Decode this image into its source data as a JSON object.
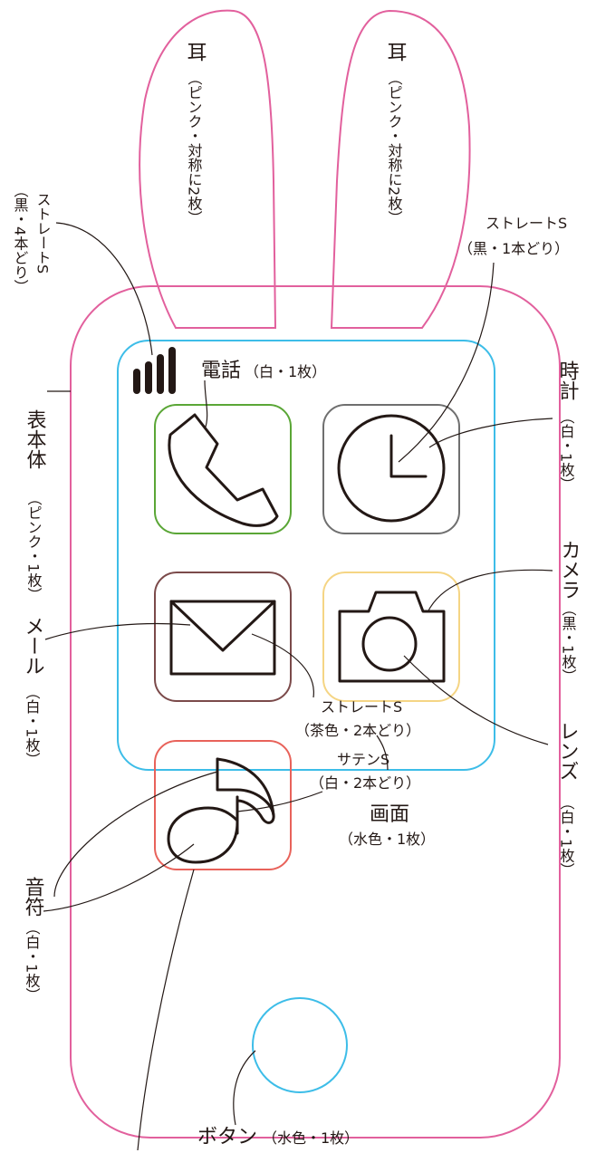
{
  "labels": {
    "ear_left": {
      "main": "耳",
      "note": "（ピンク・対称に2枚）"
    },
    "ear_right": {
      "main": "耳",
      "note": "（ピンク・対称に2枚）"
    },
    "antenna": {
      "main": "ストレートS",
      "note": "（黒・4本どり）"
    },
    "clock_hands": {
      "main": "ストレートS",
      "note": "（黒・1本どり）"
    },
    "phone": {
      "main": "電話",
      "note": "（白・1枚）"
    },
    "clock": {
      "main": "時計",
      "note": "（白・1枚）"
    },
    "body": {
      "main": "表本体",
      "note": "（ピンク・1枚）"
    },
    "camera": {
      "main": "カメラ",
      "note": "（黒・1枚）"
    },
    "mail": {
      "main": "メール",
      "note": "（白・1枚）"
    },
    "envelope_line": {
      "main": "ストレートS",
      "note": "（茶色・2本どり）"
    },
    "note_line": {
      "main": "サテンS",
      "note": "（白・2本どり）"
    },
    "lens": {
      "main": "レンズ",
      "note": "（白・1枚）"
    },
    "music": {
      "main": "音符",
      "note": "（白・1枚）"
    },
    "screen": {
      "main": "画面",
      "note": "（水色・1枚）"
    },
    "button": {
      "main": "ボタン",
      "note": "（水色・1枚）"
    }
  },
  "colors": {
    "body_outline": "#e2609d",
    "screen_outline": "#3dbde8",
    "phone_icon": "#5aa636",
    "clock_icon": "#6f6f6f",
    "mail_icon": "#7b4a4a",
    "camera_icon": "#f5d584",
    "music_icon": "#e8625a",
    "ink": "#231815"
  },
  "icons": [
    "phone-icon",
    "clock-icon",
    "mail-icon",
    "camera-icon",
    "music-note-icon",
    "signal-bars-icon"
  ]
}
